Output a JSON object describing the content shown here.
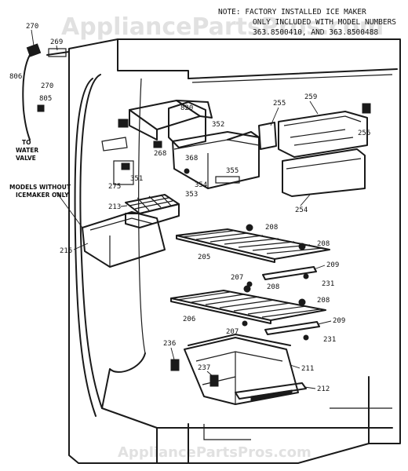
{
  "watermark": "AppliancePartsPros.com",
  "note": {
    "line1": "NOTE:  FACTORY INSTALLED ICE MAKER",
    "line2": "ONLY INCLUDED WITH MODEL NUMBERS",
    "line3": "363.8500410, AND 363.8500488"
  },
  "labels": {
    "water_line1": "TO",
    "water_line2": "WATER",
    "water_line3": "VALVE",
    "models_line1": "MODELS WITHOUT",
    "models_line2": "ICEMAKER ONLY"
  },
  "parts": {
    "p270a": "270",
    "p269": "269",
    "p806": "806",
    "p270b": "270",
    "p805": "805",
    "p820": "820",
    "p352": "352",
    "p255": "255",
    "p259": "259",
    "p256": "256",
    "p268": "268",
    "p368": "368",
    "p275": "275",
    "p351": "351",
    "p354": "354",
    "p353": "353",
    "p355": "355",
    "p254": "254",
    "p213": "213",
    "p215": "215",
    "p208a": "208",
    "p208b": "208",
    "p205": "205",
    "p209a": "209",
    "p207a": "207",
    "p208c": "208",
    "p231a": "231",
    "p208d": "208",
    "p206": "206",
    "p207b": "207",
    "p209b": "209",
    "p231b": "231",
    "p236": "236",
    "p211": "211",
    "p237": "237",
    "p212": "212"
  }
}
